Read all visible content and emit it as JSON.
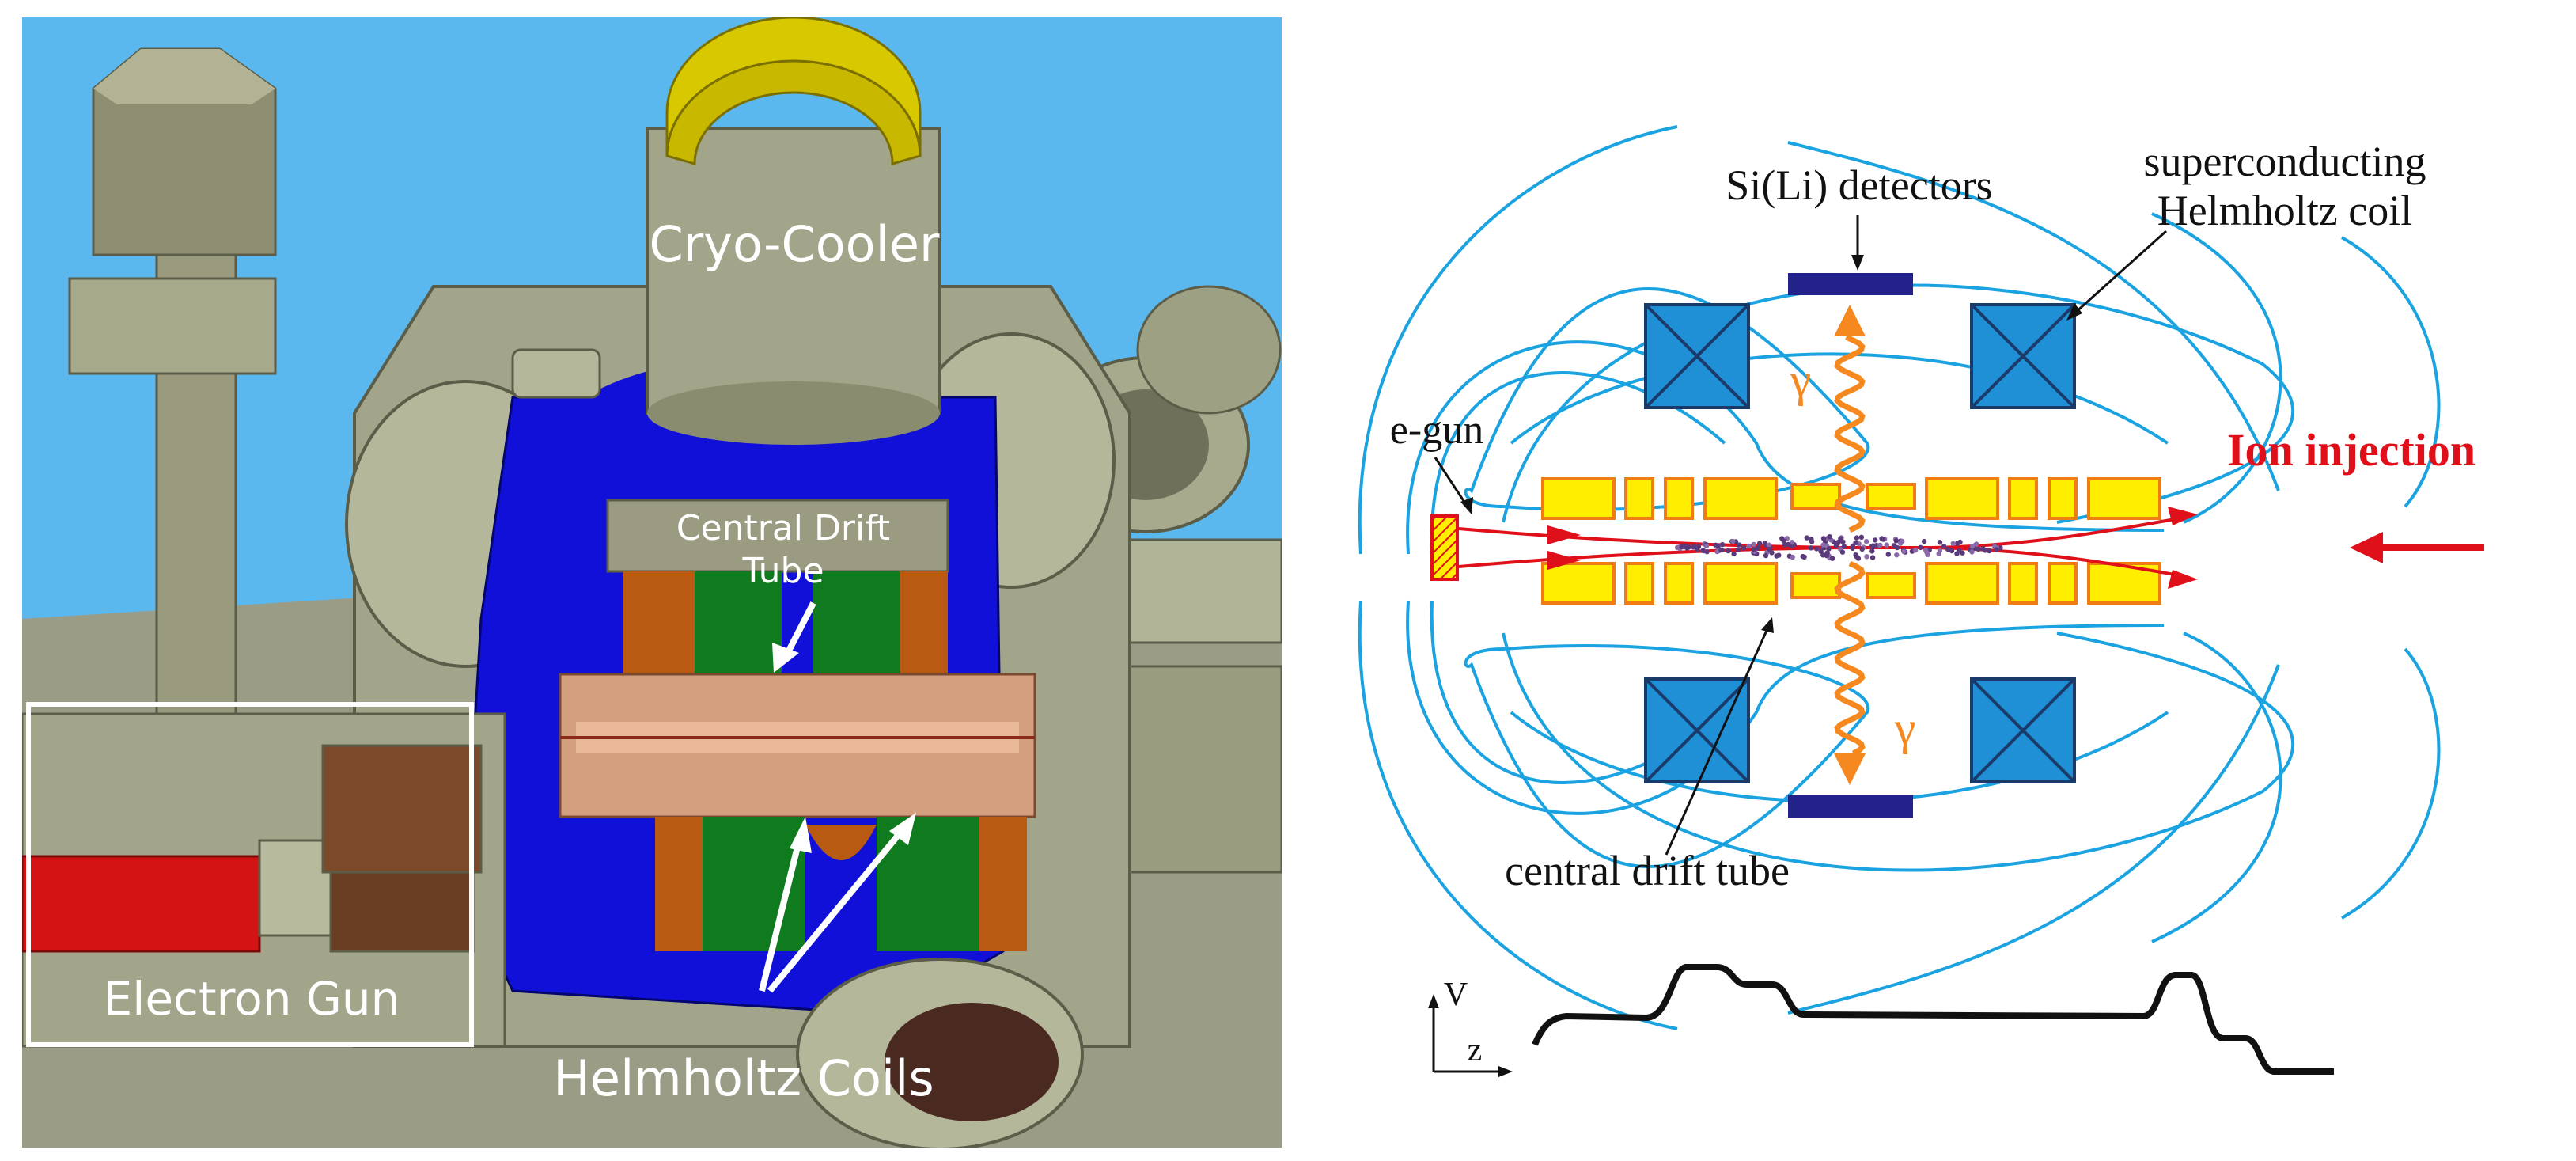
{
  "rendering": {
    "labels": {
      "cryo_cooler": "Cryo-Cooler",
      "central_drift_tube_line1": "Central Drift",
      "central_drift_tube_line2": "Tube",
      "electron_gun": "Electron Gun",
      "helmholtz_coils": "Helmholtz Coils"
    },
    "colors": {
      "sky": "#5bb8ee",
      "steel": "#a3a58a",
      "chamber_blue": "#1010d8",
      "copper": "#d49f7f",
      "coil_green": "#0f7a1e",
      "coil_copper": "#b85a12",
      "yellow": "#c8b800",
      "red": "#d41414"
    }
  },
  "diagram": {
    "labels": {
      "detectors": "Si(Li) detectors",
      "coil_line1": "superconducting",
      "coil_line2": "Helmholtz coil",
      "egun": "e-gun",
      "ion_injection": "Ion injection",
      "gamma_top": "γ",
      "gamma_bottom": "γ",
      "drift_tube": "central drift tube",
      "axis_v": "V",
      "axis_z": "z"
    },
    "colors": {
      "field_lines": "#1aa3e0",
      "coil_fill": "#1f8fd6",
      "detector": "#22228a",
      "electrode_fill": "#ffee00",
      "electrode_stroke": "#f07d14",
      "beam": "#e0101a",
      "gamma": "#f5881f",
      "ions": "#5a3a7a"
    }
  }
}
